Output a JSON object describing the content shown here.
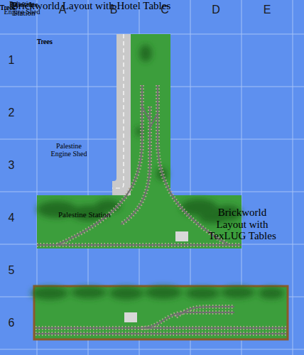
{
  "diagram": {
    "nodes": [
      {
        "text": [
          "Brickworld Layout with TexLUG Tables",
          "Trees",
          "Trees"
        ]
      },
      {
        "text": [
          "Palestine Engine Shed"
        ],
        "in": 0
      },
      {
        "text": [
          "Palestine Station"
        ],
        "in": 0
      },
      {
        "text": [
          "Brickworld Layout with Hotel Tables",
          "Trees",
          "Trees"
        ]
      },
      {
        "text": [
          "Palestine Station"
        ],
        "in": 3
      },
      {
        "text": [
          "Palestine Engine Shed"
        ],
        "in": 3
      }
    ],
    "labels": [
      "A",
      "B",
      "C",
      "D",
      "E",
      "1",
      "2",
      "3",
      "4",
      "5",
      "6"
    ]
  }
}
